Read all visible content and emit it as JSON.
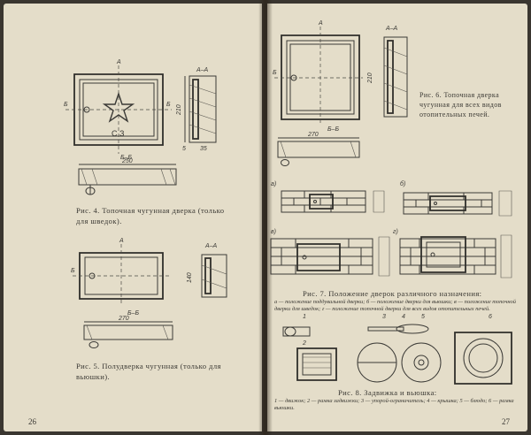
{
  "left_page": {
    "page_number": "26",
    "fig4": {
      "caption": "Рис. 4. Топочная чугунная дверка (только для шведок).",
      "section_aa": "А–А",
      "section_bb": "Б–Б",
      "dim_250": "250",
      "dim_210": "210",
      "dim_35": "35",
      "dim_5": "5",
      "mark_a": "А",
      "mark_b": "Б",
      "stamp_text": "С З"
    },
    "fig5": {
      "caption": "Рис. 5. Полудверка чугунная (только для вьюшки).",
      "section_aa": "А–А",
      "section_bb": "Б–Б",
      "dim_270": "270",
      "dim_140": "140",
      "mark_a": "А",
      "mark_b": "Б"
    }
  },
  "right_page": {
    "page_number": "27",
    "fig6": {
      "caption": "Рис. 6. Топочная дверка чугунная для всех видов отопительных печей.",
      "section_aa": "А–А",
      "section_bb": "Б–Б",
      "dim_270": "270",
      "dim_210": "210",
      "mark_a": "А",
      "mark_b": "Б"
    },
    "fig7": {
      "caption": "Рис. 7. Положение дверок различного назначения:",
      "legend": "а — положение поддувальной дверки; б — положение дверки для вьюшки; в — положение топочной дверки для шведок; г — положение топочной дверки для всех видов отопительных печей.",
      "labels": [
        "а)",
        "б)",
        "в)",
        "г)"
      ]
    },
    "fig8": {
      "caption": "Рис. 8. Задвижка и вьюшка:",
      "legend": "1 — движок; 2 — рамка задвижки; 3 — упорой-ограничитель; 4 — крышка; 5 — блюдо; 6 — рамка вьюшки.",
      "labels": [
        "1",
        "2",
        "3",
        "4",
        "5",
        "6"
      ]
    }
  }
}
